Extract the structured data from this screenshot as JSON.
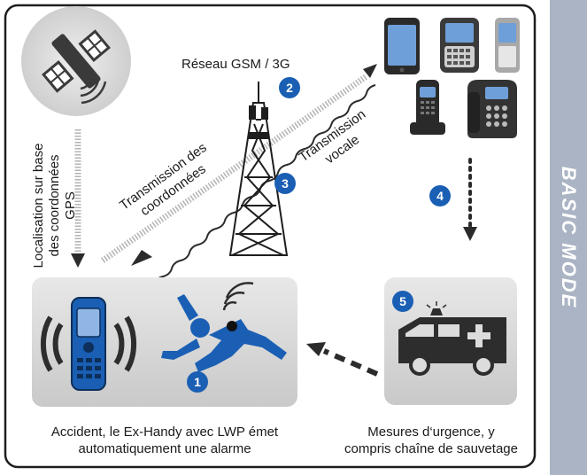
{
  "colors": {
    "accent": "#1a5fb4",
    "sidebar": "#aab4c4",
    "panel": "#dcdcdc",
    "dark": "#2d2d2d"
  },
  "sidebar": {
    "label": "BASIC MODE"
  },
  "diagram": {
    "gsm_label": "Réseau GSM / 3G",
    "gps_label_line1": "Localisation sur base",
    "gps_label_line2": "des coordonnées",
    "gps_label_line3": "GPS",
    "coords_label_line1": "Transmission des",
    "coords_label_line2": "coordonnées",
    "voice_label_line1": "Transmission",
    "voice_label_line2": "vocale",
    "accident_caption_line1": "Accident, le Ex-Handy avec LWP émet",
    "accident_caption_line2": "automatiquement une alarme",
    "rescue_caption_line1": "Mesures d‘urgence, y",
    "rescue_caption_line2": "compris chaîne de sauvetage",
    "steps": [
      "1",
      "2",
      "3",
      "4",
      "5"
    ]
  }
}
